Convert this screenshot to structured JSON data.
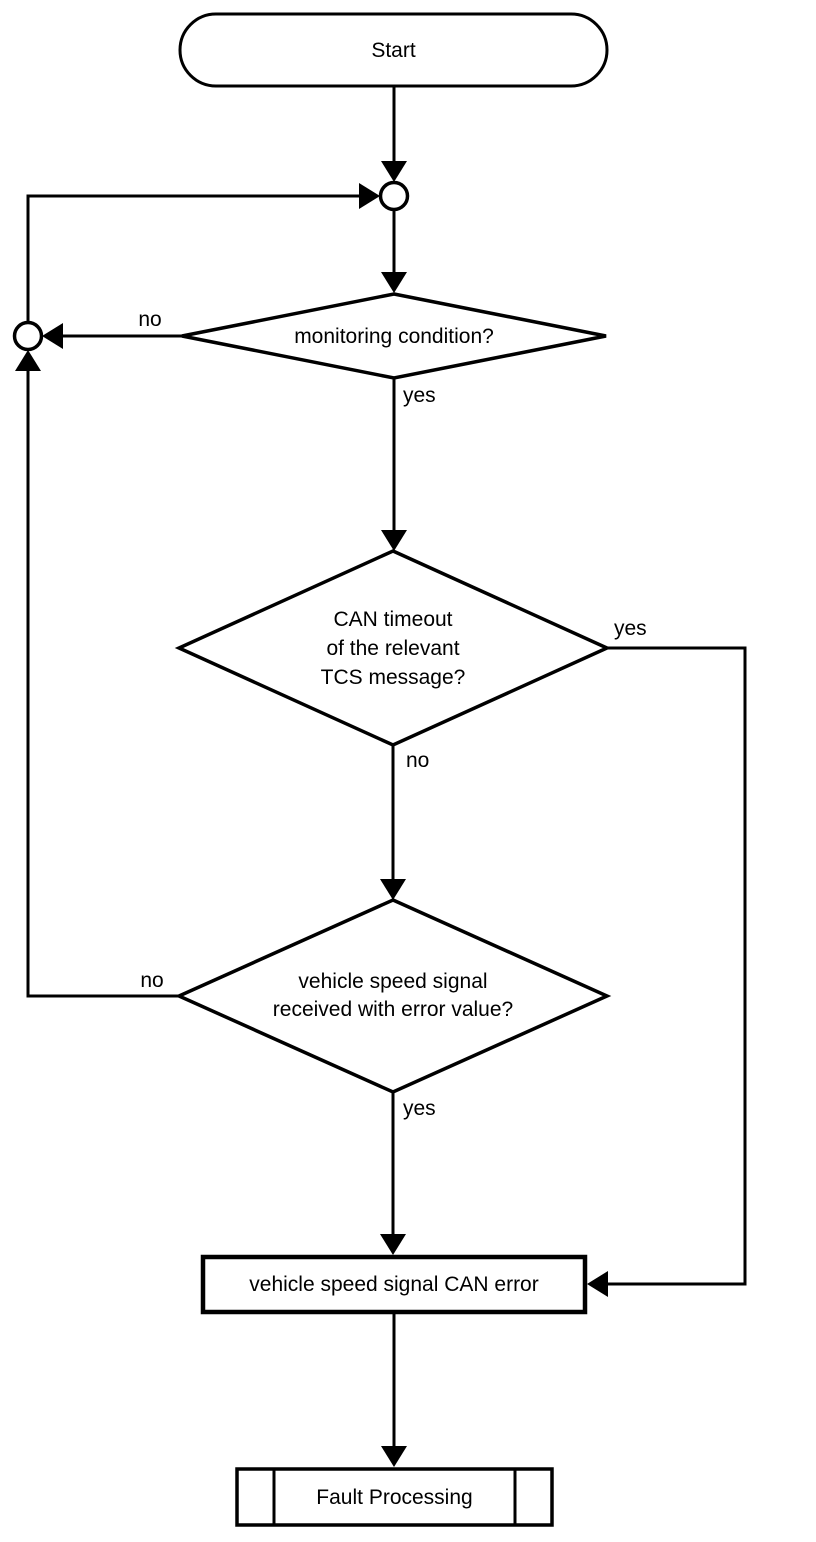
{
  "diagram": {
    "type": "flowchart",
    "nodes": {
      "start": {
        "label": "Start",
        "shape": "terminator"
      },
      "decision_monitoring": {
        "label": "monitoring condition?",
        "shape": "decision"
      },
      "decision_can_timeout": {
        "label": "CAN timeout\nof the relevant\nTCS message?",
        "shape": "decision"
      },
      "decision_vehicle_speed": {
        "label": "vehicle speed signal\nreceived with error value?",
        "shape": "decision"
      },
      "process_can_error": {
        "label": "vehicle speed signal CAN error",
        "shape": "process"
      },
      "predefined_fault_processing": {
        "label": "Fault Processing",
        "shape": "predefined-process"
      }
    },
    "edge_labels": {
      "monitoring_no": "no",
      "monitoring_yes": "yes",
      "can_timeout_yes": "yes",
      "can_timeout_no": "no",
      "vehicle_speed_no": "no",
      "vehicle_speed_yes": "yes"
    },
    "colors": {
      "line": "#000000",
      "fill": "#ffffff",
      "text": "#000000"
    }
  }
}
